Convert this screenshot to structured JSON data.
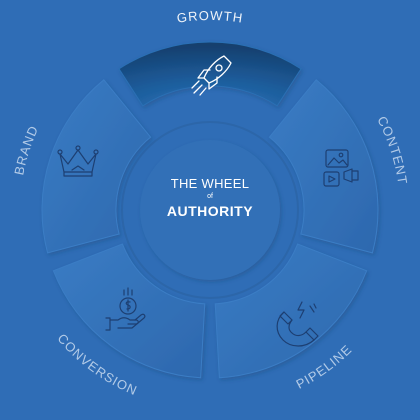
{
  "diagram": {
    "center": {
      "line1": "THE WHEEL",
      "line2": "of",
      "line3": "AUTHORITY"
    },
    "segments": [
      {
        "label": "GROWTH",
        "icon": "rocket-icon",
        "active": true
      },
      {
        "label": "CONTENT",
        "icon": "media-content-icon",
        "active": false
      },
      {
        "label": "PIPELINE",
        "icon": "magnet-icon",
        "active": false
      },
      {
        "label": "CONVERSION",
        "icon": "money-hand-icon",
        "active": false
      },
      {
        "label": "BRAND",
        "icon": "crown-icon",
        "active": false
      }
    ]
  },
  "colors": {
    "background": "#2f6db6",
    "active_segment": "#1b4f86",
    "icon_dark": "#1d3f72",
    "label": "#ffffff"
  }
}
